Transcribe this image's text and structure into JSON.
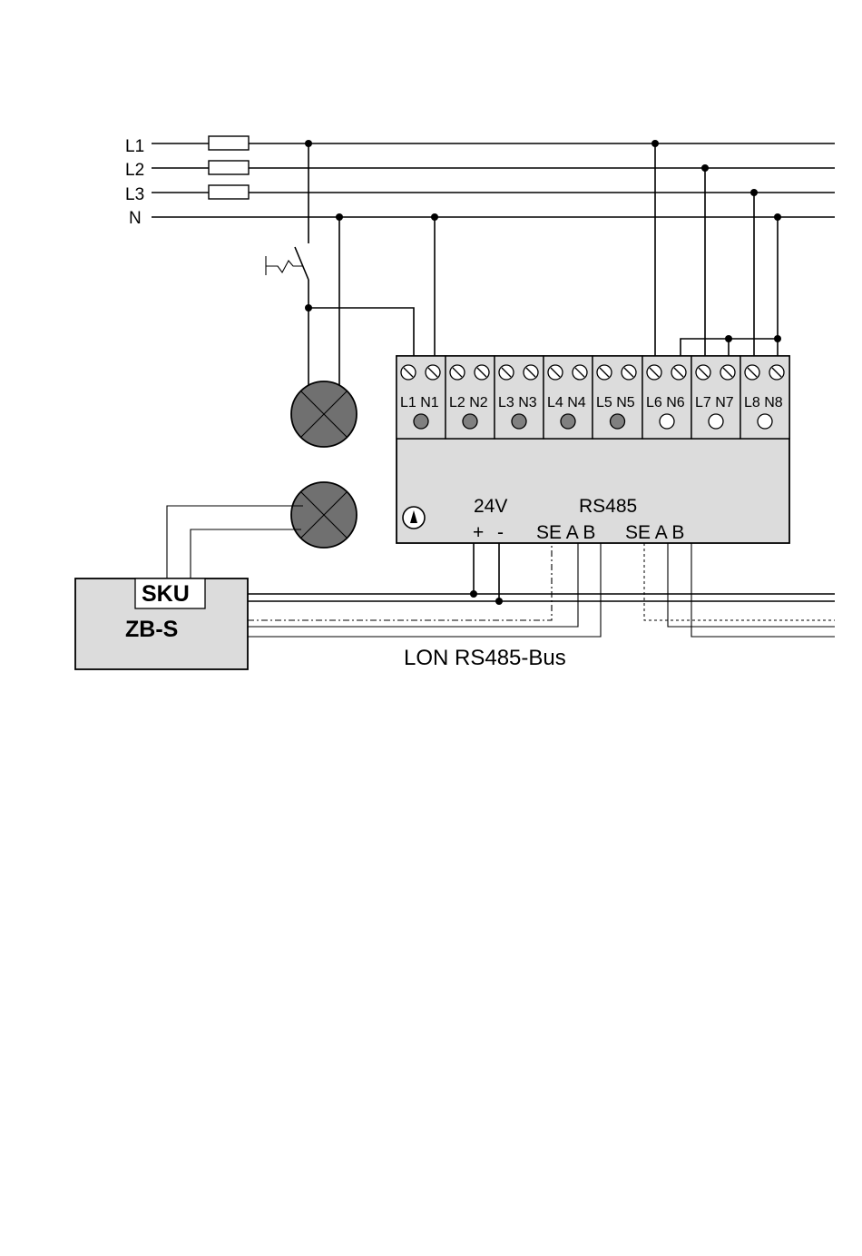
{
  "lines": [
    {
      "label": "L1"
    },
    {
      "label": "L2"
    },
    {
      "label": "L3"
    },
    {
      "label": "N"
    }
  ],
  "terminals": [
    {
      "label": "L1 N1",
      "state": "on"
    },
    {
      "label": "L2 N2",
      "state": "on"
    },
    {
      "label": "L3 N3",
      "state": "on"
    },
    {
      "label": "L4 N4",
      "state": "on"
    },
    {
      "label": "L5 N5",
      "state": "on"
    },
    {
      "label": "L6 N6",
      "state": "off"
    },
    {
      "label": "L7 N7",
      "state": "off"
    },
    {
      "label": "L8 N8",
      "state": "off"
    }
  ],
  "module": {
    "power_label": "24V",
    "bus_label": "RS485",
    "plus_label": "+",
    "minus_label": "-",
    "bus_terminals_1": "SE A B",
    "bus_terminals_2": "SE A B"
  },
  "controller": {
    "sku_label": "SKU",
    "name": "ZB-S"
  },
  "bus_caption": "LON RS485-Bus",
  "colors": {
    "module_fill": "#dcdcdc",
    "lamp_fill": "#707070",
    "led_on": "#808080",
    "led_off": "#ffffff"
  }
}
